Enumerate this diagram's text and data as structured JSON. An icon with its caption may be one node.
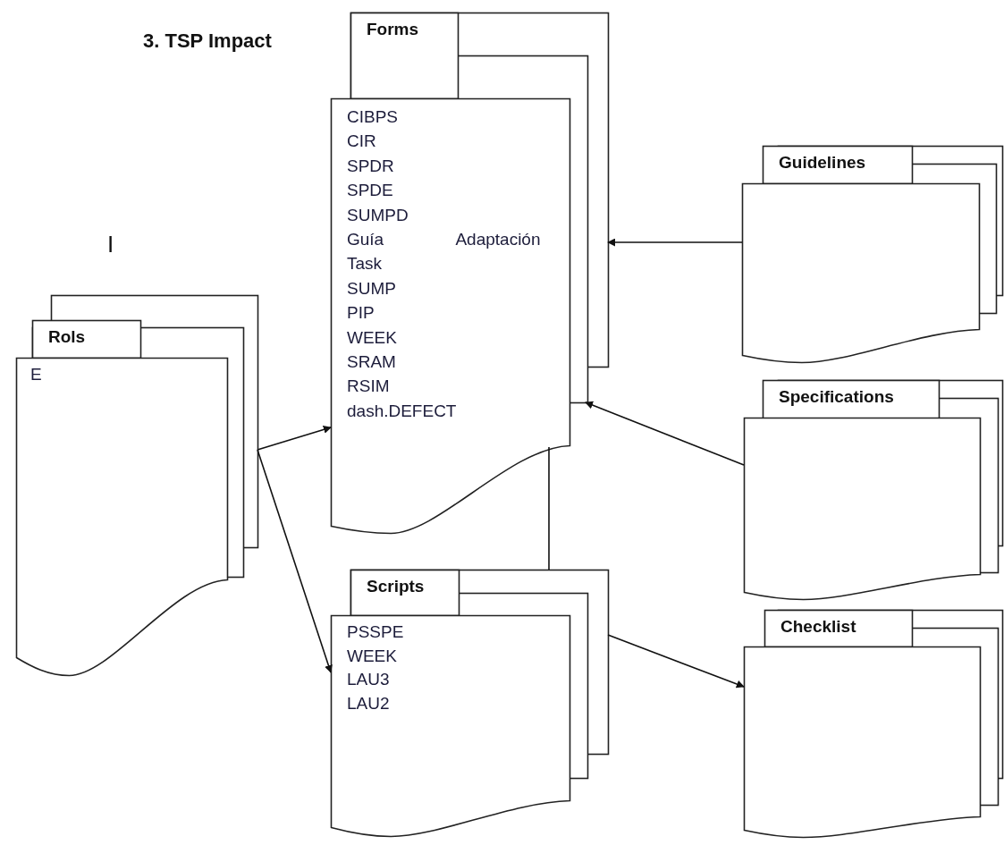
{
  "diagram": {
    "title": "3. TSP Impact",
    "nodes": [
      {
        "text": [
          "Forms",
          "CIBPS",
          "CIR",
          "SPDR",
          "SPDE",
          "SUMPD",
          "Guía Adaptación",
          "Task",
          "SUMP",
          "PIP",
          "WEEK",
          "SRAM",
          "RSIM",
          "dash.DEFECT"
        ]
      },
      {
        "text": [
          "Guidelines"
        ]
      },
      {
        "text": [
          "Rols",
          "E"
        ]
      },
      {
        "text": [
          "Specifications"
        ]
      },
      {
        "text": [
          "Scripts",
          "PSSPE",
          "WEEK",
          "LAU3",
          "LAU2"
        ]
      },
      {
        "text": [
          "Checklist"
        ]
      }
    ],
    "edges": [
      {
        "from": 2,
        "to": 0,
        "arrow": "to"
      },
      {
        "from": 2,
        "to": 4,
        "arrow": "to"
      },
      {
        "from": 1,
        "to": 0,
        "arrow": "to"
      },
      {
        "from": 3,
        "to": 0,
        "arrow": "to"
      },
      {
        "from": 0,
        "to": 4,
        "arrow": "none"
      },
      {
        "from": 4,
        "to": 5,
        "arrow": "to"
      }
    ],
    "labels": [
      "I"
    ]
  }
}
